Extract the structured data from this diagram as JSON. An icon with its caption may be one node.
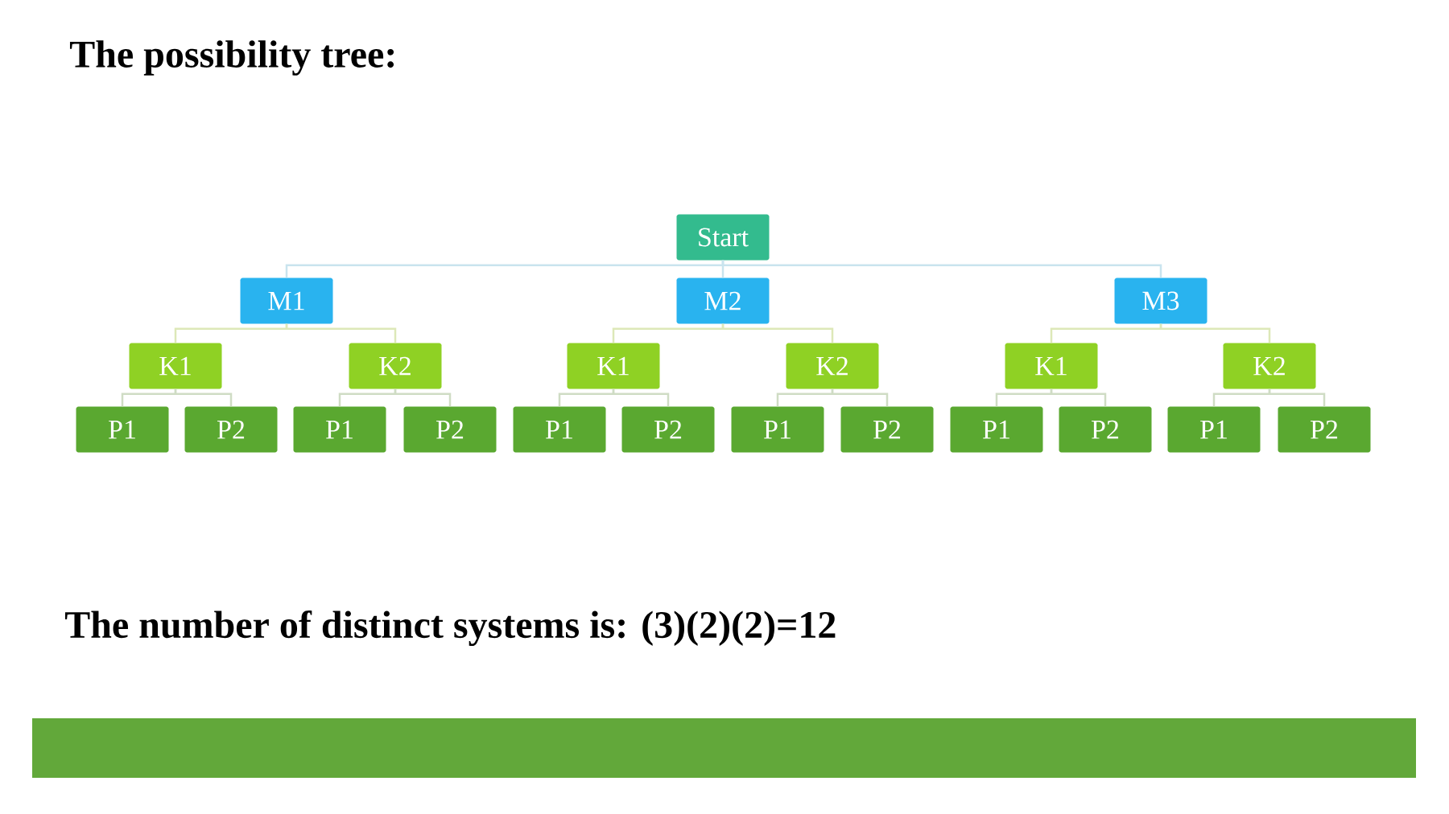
{
  "diagram": {
    "title": "The possibility tree:",
    "nodes": [
      {
        "text": [
          "Start"
        ]
      },
      {
        "text": [
          "M1"
        ]
      },
      {
        "text": [
          "M2"
        ]
      },
      {
        "text": [
          "M3"
        ]
      },
      {
        "text": [
          "K1"
        ]
      },
      {
        "text": [
          "K2"
        ]
      },
      {
        "text": [
          "K1"
        ]
      },
      {
        "text": [
          "K2"
        ]
      },
      {
        "text": [
          "K1"
        ]
      },
      {
        "text": [
          "K2"
        ]
      },
      {
        "text": [
          "P1"
        ]
      },
      {
        "text": [
          "P2"
        ]
      },
      {
        "text": [
          "P1"
        ]
      },
      {
        "text": [
          "P2"
        ]
      },
      {
        "text": [
          "P1"
        ]
      },
      {
        "text": [
          "P2"
        ]
      },
      {
        "text": [
          "P1"
        ]
      },
      {
        "text": [
          "P2"
        ]
      },
      {
        "text": [
          "P1"
        ]
      },
      {
        "text": [
          "P2"
        ]
      },
      {
        "text": [
          "P1"
        ]
      },
      {
        "text": [
          "P2"
        ]
      }
    ],
    "edges": [
      {
        "from": 0,
        "to": 1,
        "arrow": "none"
      },
      {
        "from": 0,
        "to": 2,
        "arrow": "none"
      },
      {
        "from": 0,
        "to": 3,
        "arrow": "none"
      },
      {
        "from": 1,
        "to": 4,
        "arrow": "none"
      },
      {
        "from": 1,
        "to": 5,
        "arrow": "none"
      },
      {
        "from": 2,
        "to": 6,
        "arrow": "none"
      },
      {
        "from": 2,
        "to": 7,
        "arrow": "none"
      },
      {
        "from": 3,
        "to": 8,
        "arrow": "none"
      },
      {
        "from": 3,
        "to": 9,
        "arrow": "none"
      },
      {
        "from": 4,
        "to": 10,
        "arrow": "none"
      },
      {
        "from": 4,
        "to": 11,
        "arrow": "none"
      },
      {
        "from": 5,
        "to": 12,
        "arrow": "none"
      },
      {
        "from": 5,
        "to": 13,
        "arrow": "none"
      },
      {
        "from": 6,
        "to": 14,
        "arrow": "none"
      },
      {
        "from": 6,
        "to": 15,
        "arrow": "none"
      },
      {
        "from": 7,
        "to": 16,
        "arrow": "none"
      },
      {
        "from": 7,
        "to": 17,
        "arrow": "none"
      },
      {
        "from": 8,
        "to": 18,
        "arrow": "none"
      },
      {
        "from": 8,
        "to": 19,
        "arrow": "none"
      },
      {
        "from": 9,
        "to": 20,
        "arrow": "none"
      },
      {
        "from": 9,
        "to": 21,
        "arrow": "none"
      }
    ],
    "labels": [
      "The number of distinct systems is:  (3)(2)(2)=12"
    ]
  }
}
